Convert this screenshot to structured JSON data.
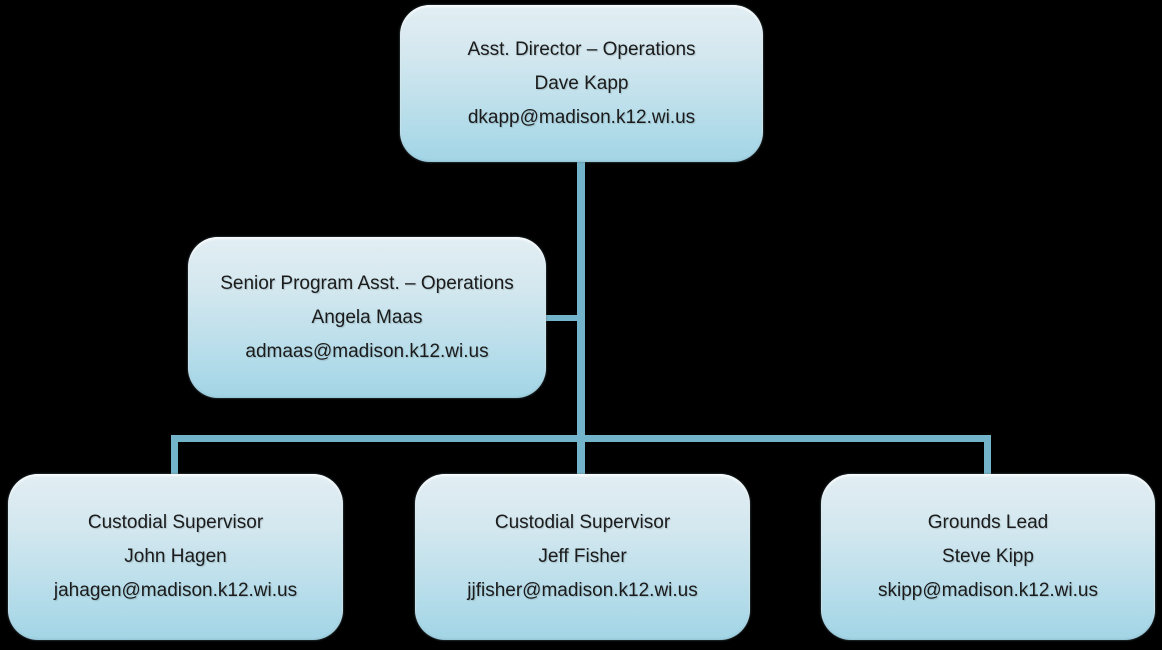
{
  "diagram": {
    "type": "org-chart",
    "colors": {
      "background": "#000000",
      "connector": "#74b4ca",
      "box_gradient_top": "#e2eef3",
      "box_gradient_bottom": "#a2d5e6",
      "text": "#1b1b1b"
    },
    "nodes": {
      "director": {
        "title": "Asst. Director – Operations",
        "name": "Dave Kapp",
        "email": "dkapp@madison.k12.wi.us"
      },
      "senior_program_asst": {
        "title": "Senior Program Asst. – Operations",
        "name": "Angela Maas",
        "email": "admaas@madison.k12.wi.us"
      },
      "custodial_supervisor_1": {
        "title": "Custodial Supervisor",
        "name": "John Hagen",
        "email": "jahagen@madison.k12.wi.us"
      },
      "custodial_supervisor_2": {
        "title": "Custodial Supervisor",
        "name": "Jeff Fisher",
        "email": "jjfisher@madison.k12.wi.us"
      },
      "grounds_lead": {
        "title": "Grounds Lead",
        "name": "Steve Kipp",
        "email": "skipp@madison.k12.wi.us"
      }
    }
  }
}
